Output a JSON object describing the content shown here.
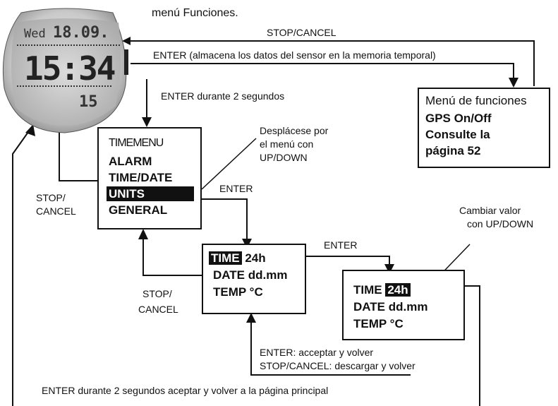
{
  "top_text": "menú Funciones.",
  "watch": {
    "day": "Wed",
    "date": "18.09.",
    "time": "15:34",
    "bottom": "15"
  },
  "edges": {
    "stop_cancel_top": "STOP/CANCEL",
    "enter_store": "ENTER (almacena los datos del sensor en la memoria temporal)",
    "enter_2s": "ENTER durante 2 segundos",
    "stop_cancel_left1": "STOP/",
    "stop_cancel_left2": "CANCEL",
    "enter_units": "ENTER",
    "stop_cancel_mid1": "STOP/",
    "stop_cancel_mid2": "CANCEL",
    "enter_time": "ENTER",
    "enter_accept": "ENTER: acceptar y volver",
    "stop_discard": "STOP/CANCEL: descargar y volver",
    "bottom_note": "ENTER durante 2 segundos aceptar y volver a la página principal"
  },
  "annotations": {
    "scroll_1": "Desplácese por",
    "scroll_2": "el menú con",
    "scroll_3": "UP/DOWN",
    "change_1": "Cambiar valor",
    "change_2": "con UP/DOWN"
  },
  "functions_menu": {
    "title": "Menú de funciones",
    "line1": "GPS On/Off",
    "line2": "Consulte la",
    "line3": "página 52"
  },
  "time_menu": {
    "title": "TIMEMENU",
    "items": [
      "ALARM",
      "TIME/DATE",
      "UNITS",
      "GENERAL"
    ]
  },
  "units_box1": {
    "time_key": "TIME",
    "time_val": "24h",
    "date": "DATE dd.mm",
    "temp": "TEMP °C"
  },
  "units_box2": {
    "time_key": "TIME",
    "time_val": "24h",
    "date": "DATE dd.mm",
    "temp": "TEMP °C"
  }
}
